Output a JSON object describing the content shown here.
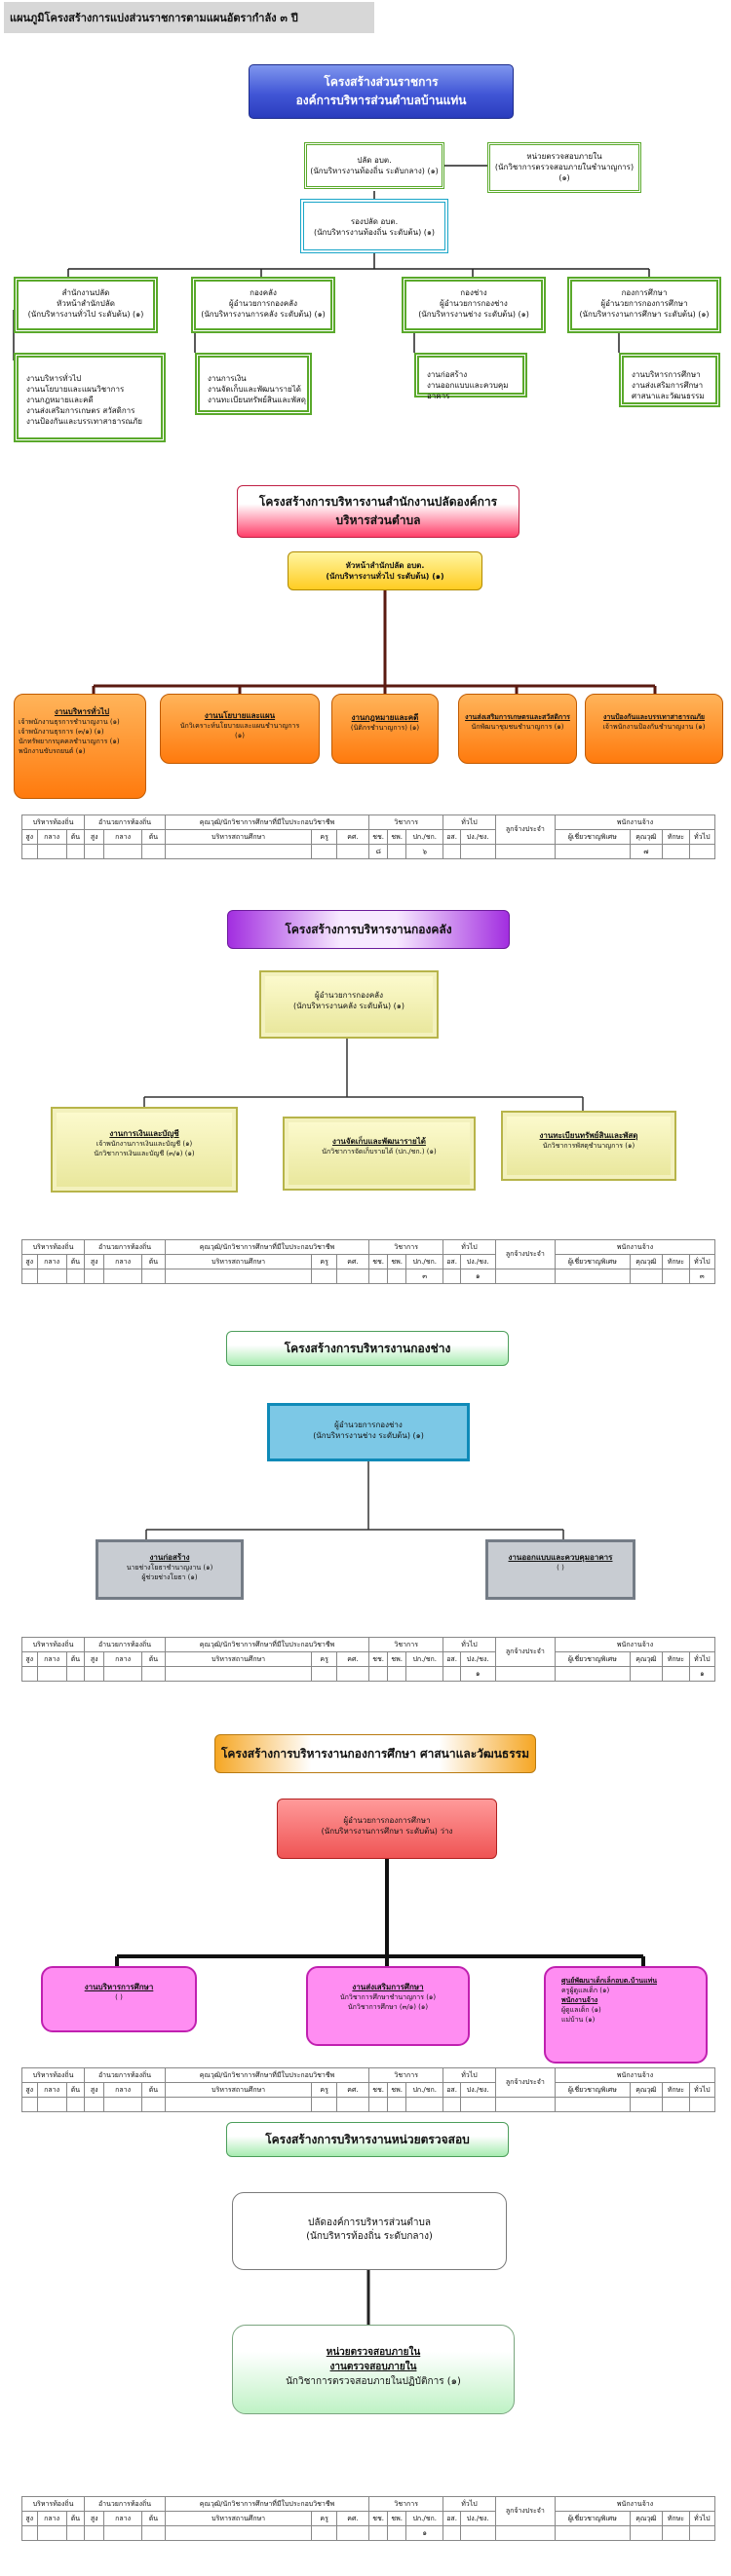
{
  "page_header": "แผนภูมิโครงสร้างการแบ่งส่วนราชการตามแผนอัตรากำลัง ๓ ปี",
  "s1": {
    "title": "โครงสร้างส่วนราชการ",
    "subtitle": "องค์การบริหารส่วนตำบลบ้านแท่น",
    "palad": [
      "ปลัด อบต.",
      "(นักบริหารงานท้องถิ่น ระดับกลาง) (๑)"
    ],
    "audit": [
      "หน่วยตรวจสอบภายใน",
      "(นักวิชาการตรวจสอบภายในชำนาญการ)",
      "(๑)"
    ],
    "rongpalad": [
      "รองปลัด อบต.",
      "(นักบริหารงานท้องถิ่น ระดับต้น) (๑)"
    ],
    "depts": [
      {
        "lines": [
          "สำนักงานปลัด",
          "หัวหน้าสำนักปลัด",
          "(นักบริหารงานทั่วไป ระดับต้น) (๑)"
        ],
        "sub": [
          "งานบริหารทั่วไป",
          "งานนโยบายและแผนวิชาการ",
          "งานกฎหมายและคดี",
          "งานส่งเสริมการเกษตร สวัสดิการ",
          "งานป้องกันและบรรเทาสาธารณภัย"
        ]
      },
      {
        "lines": [
          "กองคลัง",
          "ผู้อำนวยการกองคลัง",
          "(นักบริหารงานการคลัง ระดับต้น) (๑)"
        ],
        "sub": [
          "งานการเงิน",
          "งานจัดเก็บและพัฒนารายได้",
          "งานทะเบียนทรัพย์สินและพัสดุ"
        ]
      },
      {
        "lines": [
          "กองช่าง",
          "ผู้อำนวยการกองช่าง",
          "(นักบริหารงานช่าง ระดับต้น) (๑)"
        ],
        "sub": [
          "งานก่อสร้าง",
          "งานออกแบบและควบคุมอาคาร"
        ]
      },
      {
        "lines": [
          "กองการศึกษา",
          "ผู้อำนวยการกองการศึกษา",
          "(นักบริหารงานการศึกษา ระดับต้น) (๑)"
        ],
        "sub": [
          "งานบริหารการศึกษา",
          "งานส่งเสริมการศึกษา",
          "ศาสนาและวัฒนธรรม"
        ]
      }
    ]
  },
  "s2": {
    "title": "โครงสร้างการบริหารงานสำนักงานปลัดองค์การบริหารส่วนตำบล",
    "head": [
      "หัวหน้าสำนักปลัด อบต.",
      "(นักบริหารงานทั่วไป ระดับต้น) (๑)"
    ],
    "units": [
      {
        "name": "งานบริหารทั่วไป",
        "lines": [
          "เจ้าพนักงานธุรการชำนาญงาน (๑)",
          "เจ้าพนักงานธุรการ (๓/๑) (๑)",
          "นักทรัพยากรบุคคลชำนาญการ (๑)",
          "พนักงานขับรถยนต์ (๑)"
        ]
      },
      {
        "name": "งานนโยบายและแผน",
        "lines": [
          "นักวิเคราะห์นโยบายและแผนชำนาญการ",
          "(๑)"
        ]
      },
      {
        "name": "งานกฎหมายและคดี",
        "lines": [
          "(นิติกรชำนาญการ) (๑)"
        ]
      },
      {
        "name": "งานส่งเสริมการเกษตรและสวัสดิการ",
        "lines": [
          "นักพัฒนาชุมชนชำนาญการ (๑)"
        ]
      },
      {
        "name": "งานป้องกันและบรรเทาสาธารณภัย",
        "lines": [
          "เจ้าพนักงานป้องกันชำนาญงาน (๑)"
        ]
      }
    ],
    "counts": [
      "",
      "",
      "",
      "",
      "",
      "",
      "",
      "",
      "",
      "๘",
      "",
      "๖",
      "",
      "",
      "",
      "",
      "๗"
    ]
  },
  "staff_table": {
    "groups": [
      "บริหารท้องถิ่น",
      "อำนวยการท้องถิ่น",
      "คุณวุฒิ/นักวิชาการศึกษาที่มีใบประกอบวิชาชีพ",
      "วิชาการ",
      "ทั่วไป",
      "ลูกจ้างประจำ",
      "พนักงานจ้าง"
    ],
    "cols": [
      "สูง",
      "กลาง",
      "ต้น",
      "สูง",
      "กลาง",
      "ต้น",
      "บริหารสถานศึกษา",
      "ครู",
      "คศ.",
      "ชช.",
      "ชพ.",
      "ปก./ชก.",
      "อส.",
      "ปง./ชง.",
      "ลูกจ้างประจำ",
      "ผู้เชี่ยวชาญพิเศษ",
      "คุณวุฒิ",
      "ทักษะ",
      "ทั่วไป"
    ]
  },
  "s3": {
    "title": "โครงสร้างการบริหารงานกองคลัง",
    "head": [
      "ผู้อำนวยการกองคลัง",
      "(นักบริหารงานคลัง ระดับต้น) (๑)"
    ],
    "units": [
      {
        "name": "งานการเงินและบัญชี",
        "lines": [
          "เจ้าพนักงานการเงินและบัญชี (๑)",
          "นักวิชาการเงินและบัญชี (๓/๑) (๑)"
        ]
      },
      {
        "name": "งานจัดเก็บและพัฒนารายได้",
        "lines": [
          "นักวิชาการจัดเก็บรายได้ (ปก./ชก.) (๑)"
        ]
      },
      {
        "name": "งานทะเบียนทรัพย์สินและพัสดุ",
        "lines": [
          "นักวิชาการพัสดุชำนาญการ (๑)"
        ]
      }
    ],
    "counts": [
      "",
      "",
      "",
      "",
      "",
      "",
      "",
      "",
      "",
      "",
      "",
      "๓",
      "",
      "๑",
      "",
      "",
      "",
      "",
      "๓"
    ]
  },
  "s4": {
    "title": "โครงสร้างการบริหารงานกองช่าง",
    "head": [
      "ผู้อำนวยการกองช่าง",
      "(นักบริหารงานช่าง ระดับต้น) (๑)"
    ],
    "units": [
      {
        "name": "งานก่อสร้าง",
        "lines": [
          "นายช่างโยธาชำนาญงาน (๑)",
          "ผู้ช่วยช่างโยธา (๑)"
        ]
      },
      {
        "name": "งานออกแบบและควบคุมอาคาร",
        "lines": [
          "( )"
        ]
      }
    ],
    "counts": [
      "",
      "",
      "",
      "",
      "",
      "",
      "",
      "",
      "",
      "",
      "",
      "",
      "",
      "๑",
      "",
      "",
      "",
      "",
      "๑"
    ]
  },
  "s5": {
    "title": "โครงสร้างการบริหารงานกองการศึกษา ศาสนาและวัฒนธรรม",
    "head": [
      "ผู้อำนวยการกองการศึกษา",
      "(นักบริหารงานการศึกษา ระดับต้น) ว่าง"
    ],
    "units": [
      {
        "name": "งานบริหารการศึกษา",
        "lines": [
          "( )"
        ]
      },
      {
        "name": "งานส่งเสริมการศึกษา",
        "lines": [
          "นักวิชาการศึกษาชำนาญการ (๑)",
          "นักวิชาการศึกษา (๓/๑) (๑)"
        ]
      },
      {
        "name": "ศูนย์พัฒนาเด็กเล็กอบต.บ้านแท่น",
        "lines": [
          "ครูผู้ดูแลเด็ก (๑)",
          "พนักงานจ้าง",
          "ผู้ดูแลเด็ก (๑)",
          "แม่บ้าน (๑)"
        ]
      }
    ],
    "counts": [
      "",
      "",
      "",
      "",
      "",
      "",
      "",
      "",
      "",
      "",
      "",
      "",
      "",
      "",
      "",
      "",
      "",
      "",
      ""
    ]
  },
  "s6": {
    "title": "โครงสร้างการบริหารงานหน่วยตรวจสอบ",
    "head": [
      "ปลัดองค์การบริหารส่วนตำบล",
      "(นักบริหารท้องถิ่น ระดับกลาง)"
    ],
    "unit": {
      "name1": "หน่วยตรวจสอบภายใน",
      "name2": "งานตรวจสอบภายใน",
      "line": "นักวิชาการตรวจสอบภายในปฏิบัติการ (๑)"
    },
    "counts": [
      "",
      "",
      "",
      "",
      "",
      "",
      "",
      "",
      "",
      "",
      "",
      "๑",
      "",
      "",
      "",
      "",
      "",
      "",
      ""
    ]
  }
}
